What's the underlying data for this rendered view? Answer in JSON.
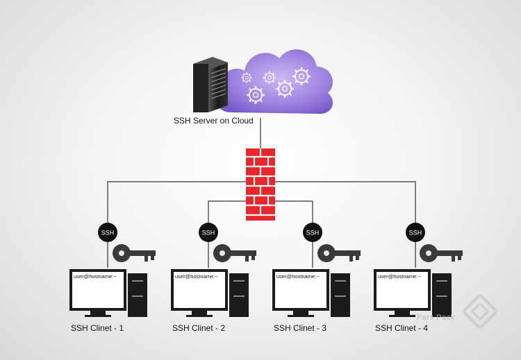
{
  "server": {
    "label": "SSH Server on Cloud"
  },
  "connection_badge": "SSH",
  "clients": [
    {
      "label": "SSH Clinet - 1",
      "screen_prompt": "user@hostname:~"
    },
    {
      "label": "SSH Clinet - 2",
      "screen_prompt": "user@hostname:~"
    },
    {
      "label": "SSH Clinet - 3",
      "screen_prompt": "user@hostname:~"
    },
    {
      "label": "SSH Clinet - 4",
      "screen_prompt": "user@hostname:~"
    }
  ],
  "watermark": {
    "text": "Pars Pack"
  },
  "colors": {
    "cloud": "#8f6fd6",
    "firewall": "#e8262b",
    "badge": "#111111",
    "line": "#333333"
  },
  "icons": [
    "server-tower-icon",
    "gears-icon",
    "firewall-icon",
    "key-icon",
    "monitor-icon",
    "tower-pc-icon"
  ]
}
